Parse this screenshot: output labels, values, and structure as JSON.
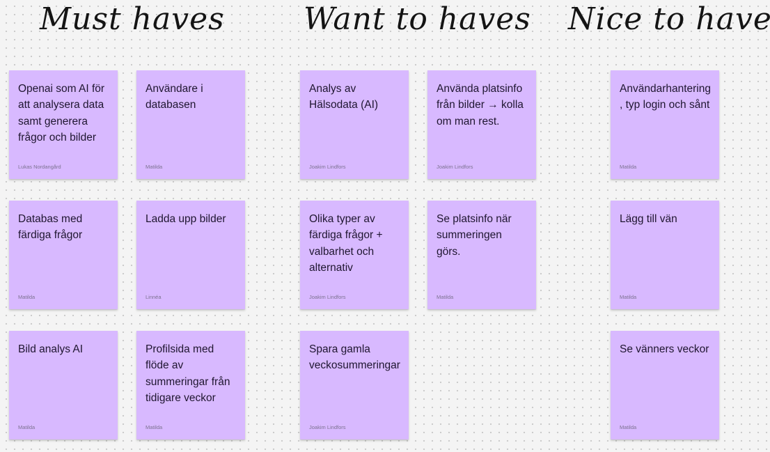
{
  "board": {
    "columns": {
      "must": {
        "title": "Must haves",
        "notes": [
          {
            "text": "Openai som AI för att analysera data samt generera frågor och bilder",
            "author": "Lukas Nordangård"
          },
          {
            "text": "Användare i databasen",
            "author": "Matilda"
          },
          {
            "text": "Databas med färdiga frågor",
            "author": "Matilda"
          },
          {
            "text": "Ladda upp bilder",
            "author": "Linnéa"
          },
          {
            "text": "Bild analys AI",
            "author": "Matilda"
          },
          {
            "text": "Profilsida med flöde av summeringar från tidigare veckor",
            "author": "Matilda"
          }
        ]
      },
      "want": {
        "title": "Want to haves",
        "notes": [
          {
            "text": "Analys av Hälsodata (AI)",
            "author": "Joakim Lindfors"
          },
          {
            "text": "Använda platsinfo från bilder → kolla om man rest.",
            "author": "Joakim Lindfors"
          },
          {
            "text": "Olika typer av färdiga frågor + valbarhet och alternativ",
            "author": "Joakim Lindfors"
          },
          {
            "text": "Se platsinfo när summeringen görs.",
            "author": "Matilda"
          },
          {
            "text": "Spara gamla veckosummeringar",
            "author": "Joakim Lindfors"
          }
        ]
      },
      "nice": {
        "title": "Nice to have",
        "notes": [
          {
            "text": "Användarhantering, typ login och sånt",
            "author": "Matilda"
          },
          {
            "text": "Lägg till vän",
            "author": "Matilda"
          },
          {
            "text": "Se vänners veckor",
            "author": "Matilda"
          }
        ]
      }
    },
    "colors": {
      "sticky": "#d8b9ff",
      "background": "#f4f4f4",
      "dots": "#c9c9c9"
    }
  }
}
